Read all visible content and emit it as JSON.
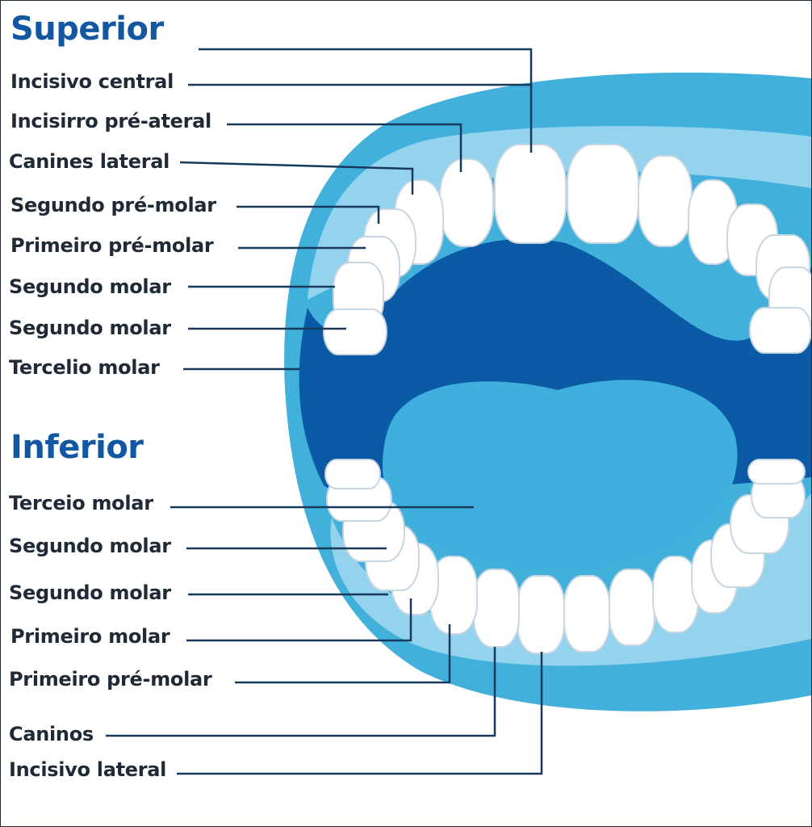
{
  "title_upper": "Superior",
  "title_lower": "Inferior",
  "upper_labels": [
    {
      "text": "Incisivo central"
    },
    {
      "text": "Incisirro pré-ateral"
    },
    {
      "text": "Canines lateral"
    },
    {
      "text": "Segundo pré-molar"
    },
    {
      "text": "Primeiro pré-molar"
    },
    {
      "text": "Segundo molar"
    },
    {
      "text": "Segundo molar"
    },
    {
      "text": "Tercelio molar"
    }
  ],
  "lower_labels": [
    {
      "text": "Terceio molar"
    },
    {
      "text": "Segundo molar"
    },
    {
      "text": "Segundo molar"
    },
    {
      "text": "Primeiro molar"
    },
    {
      "text": "Primeiro pré-molar"
    },
    {
      "text": "Caninos"
    },
    {
      "text": "Incisivo lateral"
    }
  ],
  "colors": {
    "outer_lip": "#41b1db",
    "gum": "#93d3ed",
    "cavity": "#0b5aa6",
    "tongue": "#3fb0dd",
    "tooth": "#ffffff",
    "tooth_outline": "#c8d6e2",
    "heading": "#1157a3",
    "leader": "#17395c"
  }
}
